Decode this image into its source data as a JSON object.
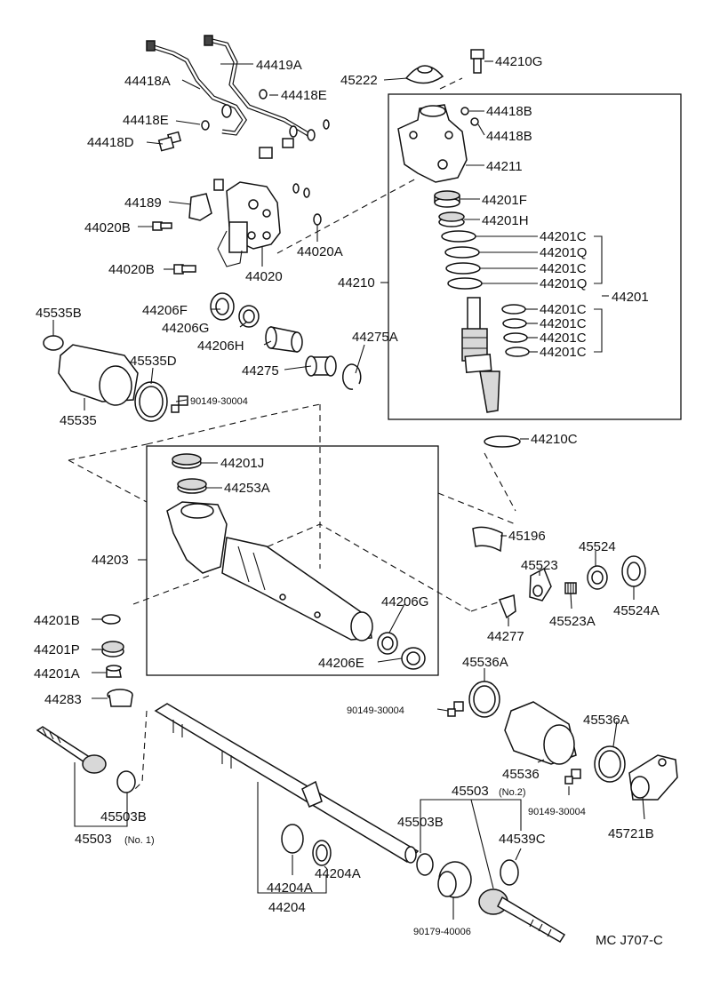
{
  "labels": {
    "p44419A": "44419A",
    "p44418A": "44418A",
    "p44418E_1": "44418E",
    "p44418E_2": "44418E",
    "p44418D": "44418D",
    "p45222": "45222",
    "p44210G": "44210G",
    "p44418B_1": "44418B",
    "p44418B_2": "44418B",
    "p44211": "44211",
    "p44201F": "44201F",
    "p44201H": "44201H",
    "p44201C_1": "44201C",
    "p44201Q_1": "44201Q",
    "p44201C_2": "44201C",
    "p44201Q_2": "44201Q",
    "p44201": "44201",
    "p44201C_3": "44201C",
    "p44201C_4": "44201C",
    "p44201C_5": "44201C",
    "p44201C_6": "44201C",
    "p44210": "44210",
    "p44189": "44189",
    "p44020B_1": "44020B",
    "p44020A": "44020A",
    "p44020": "44020",
    "p44020B_2": "44020B",
    "p45535B": "45535B",
    "p44206F": "44206F",
    "p44206G_1": "44206G",
    "p44206H": "44206H",
    "p44275A": "44275A",
    "p44275": "44275",
    "p45535D": "45535D",
    "p90149_1": "90149-30004",
    "p45535": "45535",
    "p44210C": "44210C",
    "p44201J": "44201J",
    "p44253A": "44253A",
    "p44203": "44203",
    "p45196": "45196",
    "p45524": "45524",
    "p45523": "45523",
    "p45524A": "45524A",
    "p45523A": "45523A",
    "p44277": "44277",
    "p44206G_2": "44206G",
    "p44206E": "44206E",
    "p44201B": "44201B",
    "p44201P": "44201P",
    "p44201A": "44201A",
    "p44283": "44283",
    "p45536A_1": "45536A",
    "p90149_2": "90149-30004",
    "p45536A_2": "45536A",
    "p45536": "45536",
    "p45503_no2": "45503",
    "no2": "(No.2)",
    "p90149_3": "90149-30004",
    "p45721B": "45721B",
    "p45503B_1": "45503B",
    "p45503_no1": "45503",
    "no1": "(No. 1)",
    "p45503B_2": "45503B",
    "p44539C": "44539C",
    "p44204A_1": "44204A",
    "p44204A_2": "44204A",
    "p44204": "44204",
    "p90179": "90179-40006",
    "code": "MC J707-C"
  }
}
